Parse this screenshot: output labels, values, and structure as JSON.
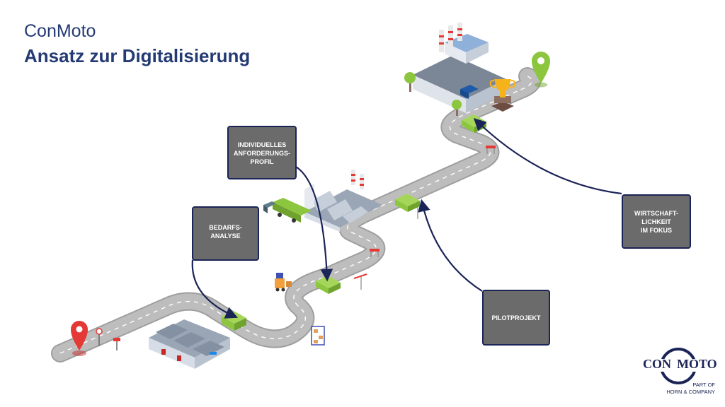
{
  "header": {
    "brand": "ConMoto",
    "title": "Ansatz zur Digitalisierung"
  },
  "steps": [
    {
      "id": "step-1",
      "label": "BEDARFS-\nANALYSE"
    },
    {
      "id": "step-2",
      "label": "INDIVIDUELLES\nANFORDERUNGS-\nPROFIL"
    },
    {
      "id": "step-3",
      "label": "PILOTPROJEKT"
    },
    {
      "id": "step-4",
      "label": "WIRTSCHAFT-\nLICHKEIT\nIM FOKUS"
    }
  ],
  "logo": {
    "left": "CON",
    "right": "MOTO",
    "sub1": "PART OF",
    "sub2": "HORN & COMPANY"
  },
  "colors": {
    "navy": "#1b2456",
    "title_blue": "#243a73",
    "box_gray": "#6b6b6b",
    "road": "#b5b5b5",
    "green_marker": "#8cc63f",
    "start_pin": "#e53935",
    "goal_pin": "#8cc63f"
  },
  "icons": [
    "start-pin-icon",
    "goal-pin-icon",
    "warehouse-icon",
    "factory-icon",
    "headquarters-icon",
    "truck-icon",
    "forklift-icon",
    "trophy-icon",
    "tree-icon"
  ]
}
